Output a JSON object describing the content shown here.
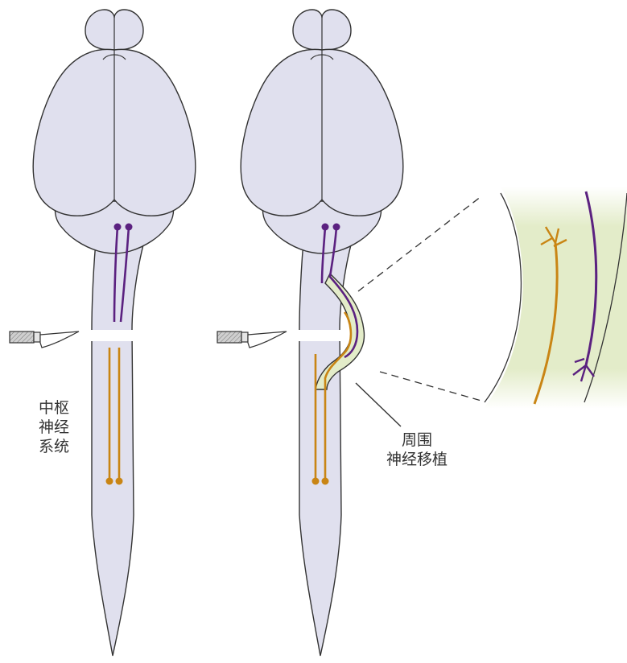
{
  "labels": {
    "cns_lines": [
      "中枢",
      "神经",
      "系统"
    ],
    "graft_lines": [
      "周围",
      "神经移植"
    ]
  },
  "colors": {
    "tissue_fill": "#e0e0ee",
    "tissue_stroke": "#333333",
    "axon_purple": "#5b2180",
    "axon_orange": "#c98514",
    "graft_fill": "#e3ecc9",
    "background": "#ffffff"
  },
  "icons": [
    "scalpel-icon",
    "scalpel-icon"
  ]
}
